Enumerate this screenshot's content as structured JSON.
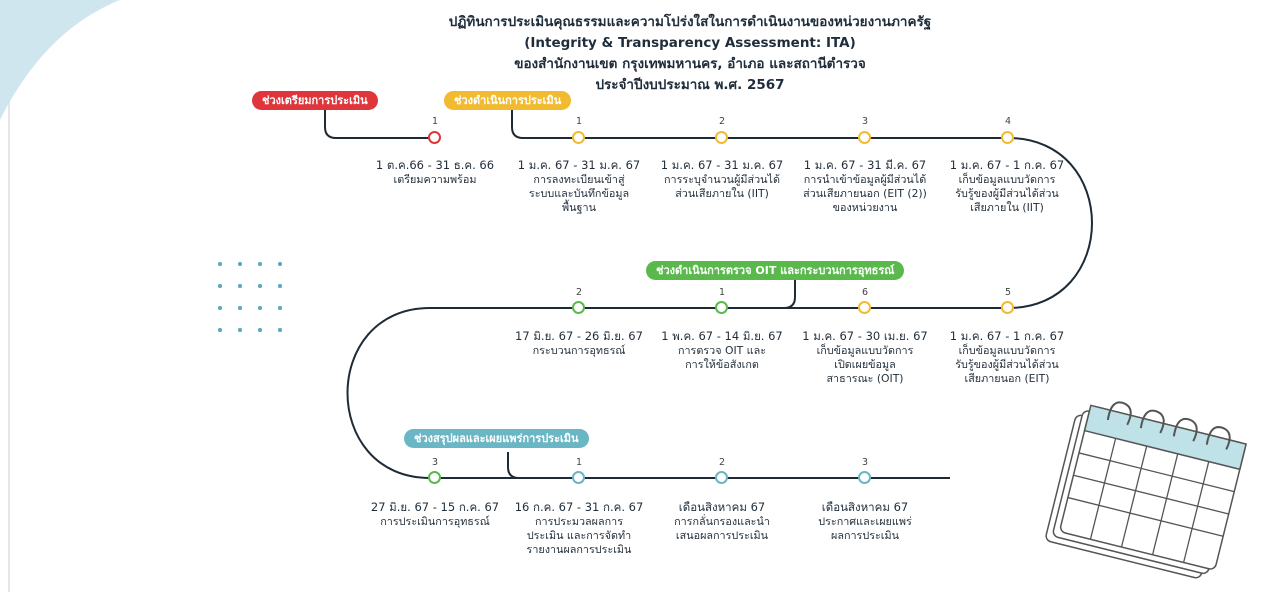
{
  "title": {
    "line1": "ปฏิทินการประเมินคุณธรรมและความโปร่งใสในการดำเนินงานของหน่วยงานภาครัฐ",
    "line2": "(Integrity & Transparency Assessment: ITA)",
    "line3": "ของสำนักงานเขต กรุงเทพมหานคร, อำเภอ และสถานีตำรวจ",
    "line4": "ประจำปีงบประมาณ พ.ศ. 2567"
  },
  "colors": {
    "red": "#e0353b",
    "yellow": "#f2bb2f",
    "green": "#59b94b",
    "teal": "#6ab6c4",
    "line": "#1e2a35"
  },
  "phases": {
    "prep": "ช่วงเตรียมการประเมิน",
    "run": "ช่วงดำเนินการประเมิน",
    "oit": "ช่วงดำเนินการตรวจ OIT และกระบวนการอุทธรณ์",
    "summary": "ช่วงสรุปผลและเผยแพร่การประเมิน"
  },
  "steps": [
    {
      "num": "1",
      "date": "1 ต.ค.66 - 31 ธ.ค. 66",
      "text": "เตรียมความพร้อม"
    },
    {
      "num": "1",
      "date": "1 ม.ค. 67 - 31 ม.ค. 67",
      "text": "การลงทะเบียนเข้าสู่ระบบและบันทึกข้อมูลพื้นฐาน"
    },
    {
      "num": "2",
      "date": "1 ม.ค. 67 - 31 ม.ค. 67",
      "text": "การระบุจำนวนผู้มีส่วนได้ส่วนเสียภายใน (IIT)"
    },
    {
      "num": "3",
      "date": "1 ม.ค. 67 - 31 มี.ค. 67",
      "text": "การนำเข้าข้อมูลผู้มีส่วนได้ส่วนเสียภายนอก (EIT (2)) ของหน่วยงาน"
    },
    {
      "num": "4",
      "date": "1 ม.ค. 67 - 1 ก.ค. 67",
      "text": "เก็บข้อมูลแบบวัดการรับรู้ของผู้มีส่วนได้ส่วนเสียภายใน (IIT)"
    },
    {
      "num": "5",
      "date": "1 ม.ค. 67 - 1 ก.ค. 67",
      "text": "เก็บข้อมูลแบบวัดการรับรู้ของผู้มีส่วนได้ส่วนเสียภายนอก (EIT)"
    },
    {
      "num": "6",
      "date": "1 ม.ค. 67 - 30 เม.ย. 67",
      "text": "เก็บข้อมูลแบบวัดการเปิดเผยข้อมูลสาธารณะ (OIT)"
    },
    {
      "num": "1",
      "date": "1 พ.ค. 67 - 14 มิ.ย. 67",
      "text": "การตรวจ OIT และการให้ข้อสังเกต"
    },
    {
      "num": "2",
      "date": "17 มิ.ย. 67 - 26 มิ.ย. 67",
      "text": "กระบวนการอุทธรณ์"
    },
    {
      "num": "3",
      "date": "27 มิ.ย. 67 - 15 ก.ค. 67",
      "text": "การประเมินการอุทธรณ์"
    },
    {
      "num": "1",
      "date": "16 ก.ค. 67 - 31 ก.ค. 67",
      "text": "การประมวลผลการประเมิน และการจัดทำรายงานผลการประเมิน"
    },
    {
      "num": "2",
      "date": "เดือนสิงหาคม 67",
      "text": "การกลั่นกรองและนำเสนอผลการประเมิน"
    },
    {
      "num": "3",
      "date": "เดือนสิงหาคม 67",
      "text": "ประกาศและเผยแพร่ผลการประเมิน"
    }
  ]
}
